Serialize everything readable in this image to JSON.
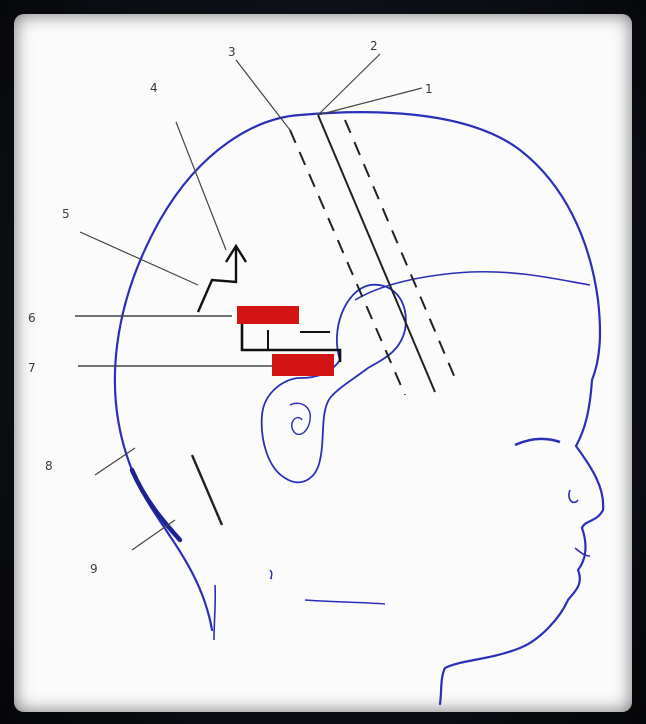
{
  "diagram": {
    "labels": {
      "l1": "1",
      "l2": "2",
      "l3": "3",
      "l4": "4",
      "l5": "5",
      "l6": "6",
      "l7": "7",
      "l8": "8",
      "l9": "9"
    },
    "colors": {
      "outline": "#2a2fb8",
      "marker": "#d21414",
      "ink": "#2a2a2a"
    }
  }
}
